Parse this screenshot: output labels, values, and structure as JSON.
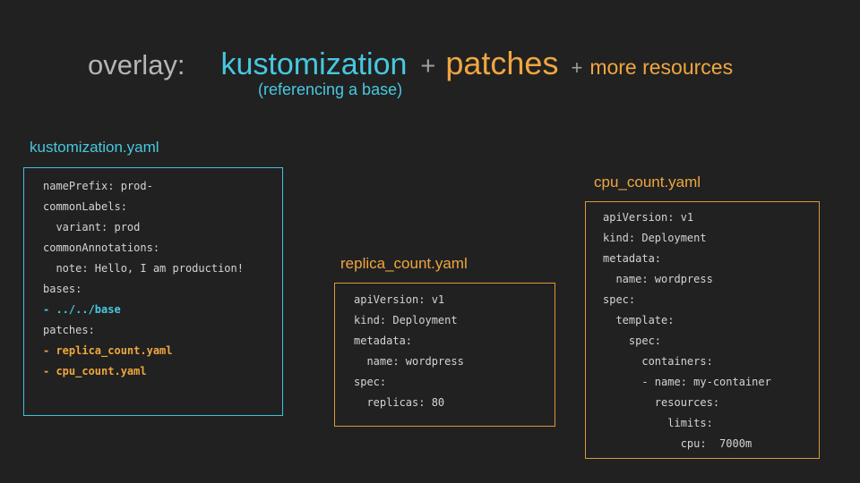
{
  "title": {
    "overlay": "overlay:",
    "kustomization": "kustomization",
    "plus1": "+",
    "patches": "patches",
    "plus2": "+",
    "more_resources": "more resources",
    "subtitle": "(referencing a base)"
  },
  "colors": {
    "background": "#212121",
    "cyan": "#47c8e0",
    "orange": "#f0a63f",
    "title_gray": "#b5b5b5",
    "code_text": "#d4d4d4",
    "cyan_border": "#3fc3d8",
    "orange_border": "#d79a3c"
  },
  "code_boxes": [
    {
      "label": "kustomization.yaml",
      "accent": "cyan",
      "lines": [
        {
          "text": "namePrefix: prod-",
          "style": "plain"
        },
        {
          "text": "commonLabels:",
          "style": "plain"
        },
        {
          "text": "  variant: prod",
          "style": "plain"
        },
        {
          "text": "commonAnnotations:",
          "style": "plain"
        },
        {
          "text": "  note: Hello, I am production!",
          "style": "plain"
        },
        {
          "text": "bases:",
          "style": "plain"
        },
        {
          "text": "- ../../base",
          "style": "cyan"
        },
        {
          "text": "patches:",
          "style": "plain"
        },
        {
          "text": "- replica_count.yaml",
          "style": "orange"
        },
        {
          "text": "- cpu_count.yaml",
          "style": "orange"
        }
      ]
    },
    {
      "label": "replica_count.yaml",
      "accent": "orange",
      "lines": [
        {
          "text": "apiVersion: v1",
          "style": "plain"
        },
        {
          "text": "kind: Deployment",
          "style": "plain"
        },
        {
          "text": "metadata:",
          "style": "plain"
        },
        {
          "text": "  name: wordpress",
          "style": "plain"
        },
        {
          "text": "spec:",
          "style": "plain"
        },
        {
          "text": "  replicas: 80",
          "style": "plain"
        }
      ]
    },
    {
      "label": "cpu_count.yaml",
      "accent": "orange",
      "lines": [
        {
          "text": "apiVersion: v1",
          "style": "plain"
        },
        {
          "text": "kind: Deployment",
          "style": "plain"
        },
        {
          "text": "metadata:",
          "style": "plain"
        },
        {
          "text": "  name: wordpress",
          "style": "plain"
        },
        {
          "text": "spec:",
          "style": "plain"
        },
        {
          "text": "  template:",
          "style": "plain"
        },
        {
          "text": "    spec:",
          "style": "plain"
        },
        {
          "text": "      containers:",
          "style": "plain"
        },
        {
          "text": "      - name: my-container",
          "style": "plain"
        },
        {
          "text": "        resources:",
          "style": "plain"
        },
        {
          "text": "          limits:",
          "style": "plain"
        },
        {
          "text": "            cpu:  7000m",
          "style": "plain"
        }
      ]
    }
  ]
}
